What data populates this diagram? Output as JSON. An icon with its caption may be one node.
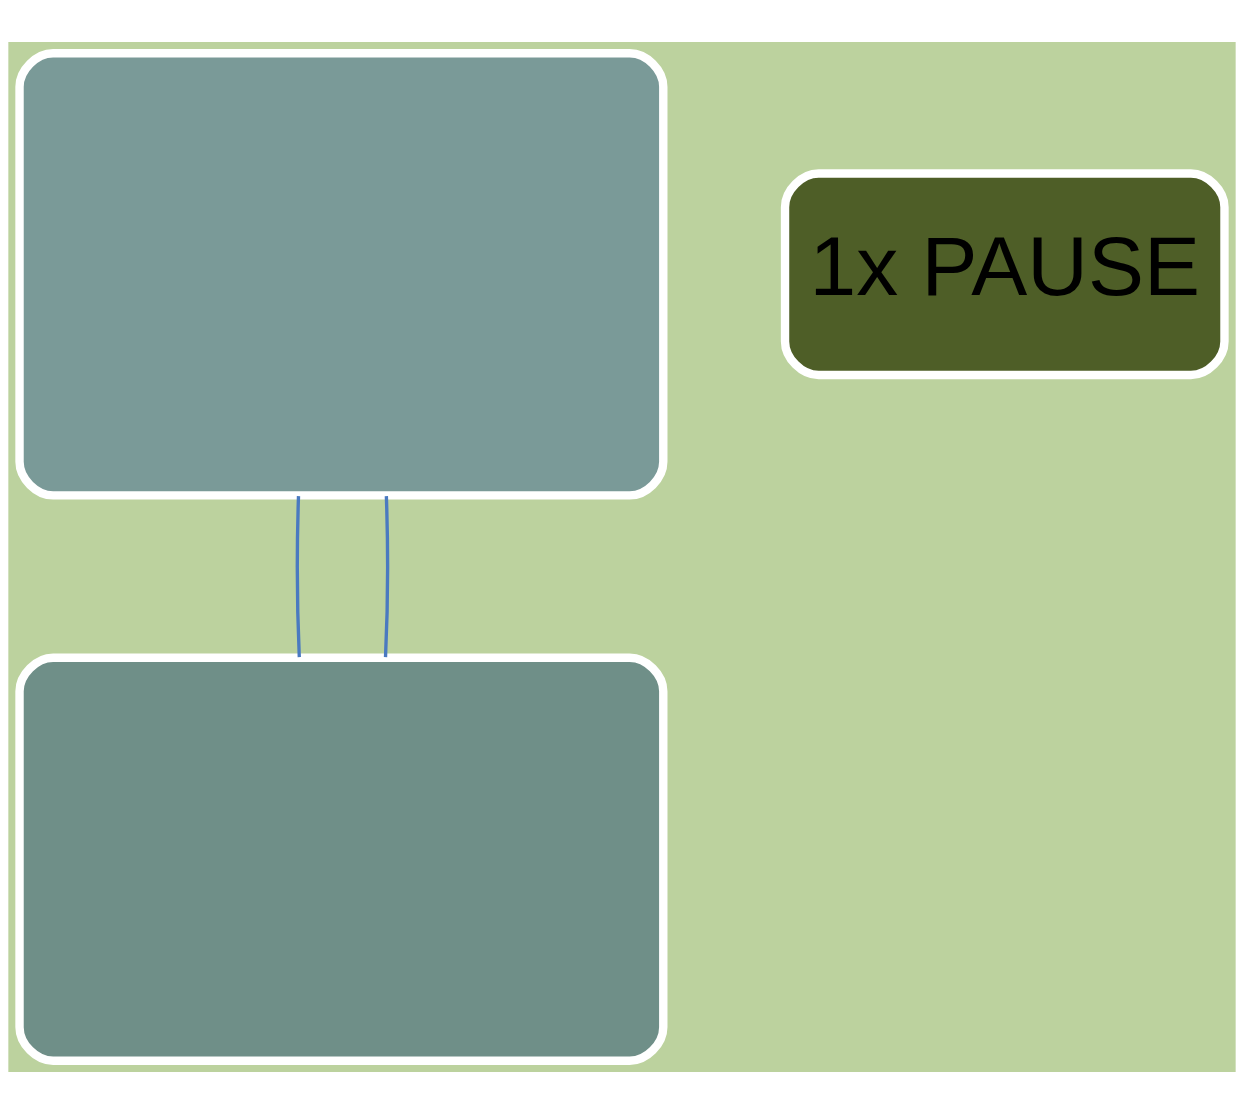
{
  "diagram": {
    "nodes": [
      {
        "text": [],
        "shape": "box"
      },
      {
        "text": [
          "1x PAUSE"
        ]
      },
      {
        "text": [],
        "shape": "box"
      }
    ],
    "edges": [
      {
        "from": 0,
        "to": 2,
        "arrow": "none"
      },
      {
        "from": 2,
        "to": 0,
        "arrow": "none"
      }
    ]
  }
}
